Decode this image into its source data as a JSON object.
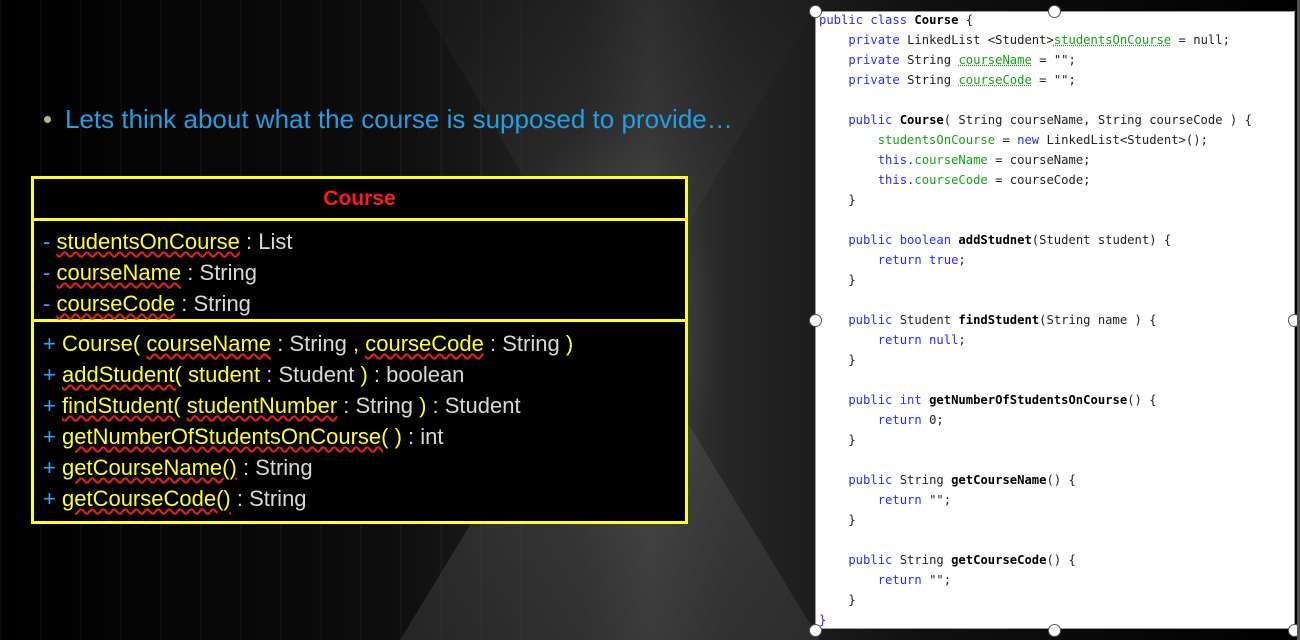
{
  "slide": {
    "bullet_text": "Lets think about what the course is supposed to provide…"
  },
  "uml": {
    "class_name": "Course",
    "attributes": [
      {
        "visibility": "-",
        "name": "studentsOnCourse",
        "sep": " : ",
        "type": "List"
      },
      {
        "visibility": "-",
        "name": "courseName",
        "sep": " : ",
        "type": "String"
      },
      {
        "visibility": "-",
        "name": "courseCode",
        "sep": " : ",
        "type": "String"
      }
    ],
    "operations": [
      {
        "visibility": "+",
        "name": "Course(",
        "p1": "courseName",
        "t1": " : String ",
        "comma": ",",
        "p2": "courseCode",
        "t2": " : String ",
        "close": ")",
        "ret": ""
      },
      {
        "visibility": "+",
        "name": "addStudent(",
        "p1": "student",
        "t1": " : Student ",
        "close": ")",
        "ret": " : boolean"
      },
      {
        "visibility": "+",
        "name": "findStudent(",
        "p1": "studentNumber",
        "t1": " : String ",
        "close": ")",
        "ret": " : Student"
      },
      {
        "visibility": "+",
        "name": "getNumberOfStudentsOnCourse(",
        "close": " )",
        "ret": " : int"
      },
      {
        "visibility": "+",
        "name": "getCourseName()",
        "ret": " : String"
      },
      {
        "visibility": "+",
        "name": "getCourseCode()",
        "ret": " : String"
      }
    ]
  },
  "code": {
    "l1_kw": "public class ",
    "l1_name": "Course",
    "l1_end": " {",
    "l2_kw": "    private ",
    "l2_type": "LinkedList <Student>",
    "l2_field": "studentsOnCourse",
    "l2_end": " = null;",
    "l3_kw": "    private ",
    "l3_type": "String ",
    "l3_field": "courseName",
    "l3_end": " = \"\";",
    "l4_kw": "    private ",
    "l4_type": "String ",
    "l4_field": "courseCode",
    "l4_end": " = \"\";",
    "l5_kw": "    public ",
    "l5_name": "Course",
    "l5_end": "( String courseName, String courseCode ) {",
    "l6_field": "        studentsOnCourse",
    "l6_mid": " = ",
    "l6_kw": "new ",
    "l6_end": "LinkedList<Student>();",
    "l7_kw": "        this.",
    "l7_field": "courseName",
    "l7_end": " = courseName;",
    "l8_kw": "        this.",
    "l8_field": "courseCode",
    "l8_end": " = courseCode;",
    "l9": "    }",
    "l10_kw": "    public boolean ",
    "l10_name": "addStudnet",
    "l10_end": "(Student student) {",
    "l11_kw": "        return true",
    "l11_end": ";",
    "l12": "    }",
    "l13_kw": "    public ",
    "l13_type": "Student ",
    "l13_name": "findStudent",
    "l13_end": "(String name ) {",
    "l14_kw": "        return null",
    "l14_end": ";",
    "l15": "    }",
    "l16_kw": "    public int ",
    "l16_name": "getNumberOfStudentsOnCourse",
    "l16_end": "() {",
    "l17_kw": "        return ",
    "l17_end": "0;",
    "l18": "    }",
    "l19_kw": "    public ",
    "l19_type": "String ",
    "l19_name": "getCourseName",
    "l19_end": "() {",
    "l20_kw": "        return ",
    "l20_end": "\"\";",
    "l21": "    }",
    "l22_kw": "    public ",
    "l22_type": "String ",
    "l22_name": "getCourseCode",
    "l22_end": "() {",
    "l23_kw": "        return ",
    "l23_end": "\"\";",
    "l24": "    }",
    "l25": "}"
  },
  "colors": {
    "bullet_text": "#1fa0e4",
    "uml_border": "#ffff26",
    "class_name": "#ff1a1a",
    "keyword": "#2a2aff",
    "field": "#19a019"
  }
}
